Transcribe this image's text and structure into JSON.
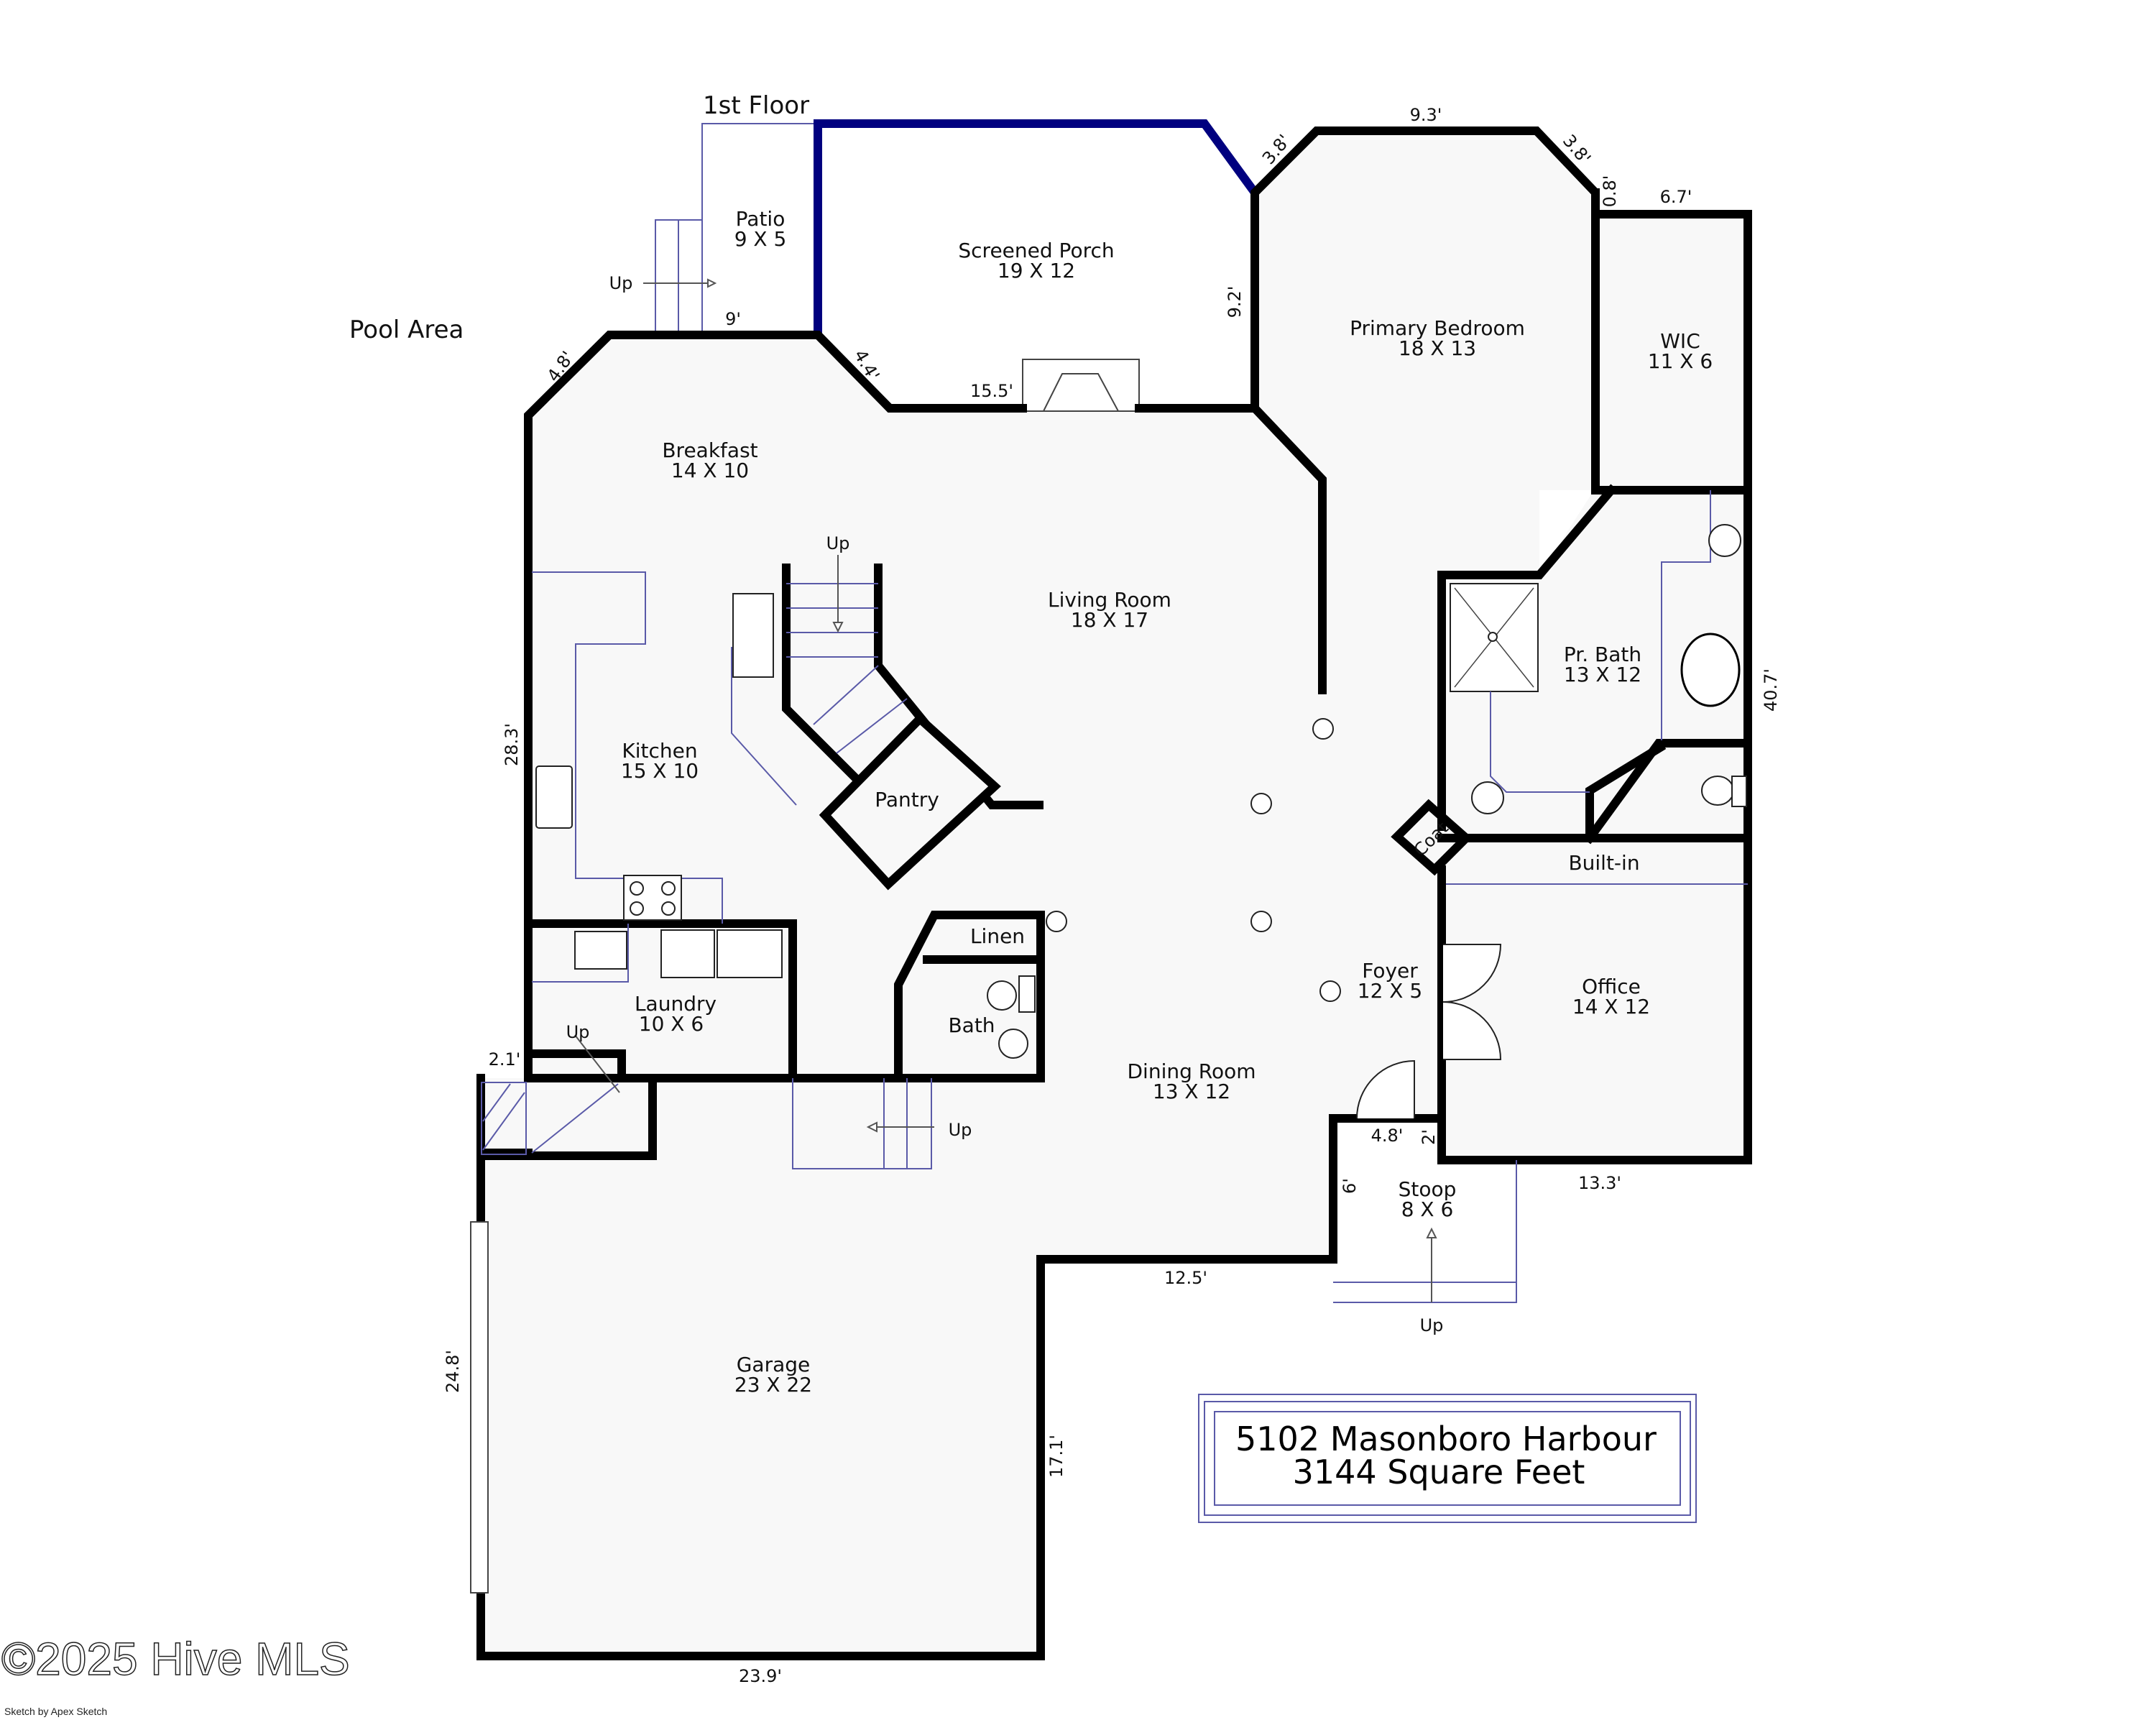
{
  "floor_label": "1st Floor",
  "outside_label": "Pool Area",
  "title_box": {
    "address": "5102 Masonboro Harbour",
    "area": "3144 Square Feet"
  },
  "rooms": {
    "patio": {
      "name": "Patio",
      "size": "9 X 5"
    },
    "screened_porch": {
      "name": "Screened Porch",
      "size": "19 X 12"
    },
    "primary_bedroom": {
      "name": "Primary Bedroom",
      "size": "18 X 13"
    },
    "wic": {
      "name": "WIC",
      "size": "11 X 6"
    },
    "breakfast": {
      "name": "Breakfast",
      "size": "14 X 10"
    },
    "living_room": {
      "name": "Living Room",
      "size": "18 X 17"
    },
    "pr_bath": {
      "name": "Pr. Bath",
      "size": "13 X 12"
    },
    "kitchen": {
      "name": "Kitchen",
      "size": "15 X 10"
    },
    "pantry": {
      "name": "Pantry"
    },
    "coat": {
      "name": "Coat"
    },
    "built_in": {
      "name": "Built-in"
    },
    "linen": {
      "name": "Linen"
    },
    "laundry": {
      "name": "Laundry",
      "size": "10 X 6"
    },
    "bath": {
      "name": "Bath"
    },
    "foyer": {
      "name": "Foyer",
      "size": "12 X 5"
    },
    "office": {
      "name": "Office",
      "size": "14 X 12"
    },
    "dining_room": {
      "name": "Dining Room",
      "size": "13 X 12"
    },
    "stoop": {
      "name": "Stoop",
      "size": "8 X 6"
    },
    "garage": {
      "name": "Garage",
      "size": "23 X 22"
    }
  },
  "stairs": {
    "patio_up": "Up",
    "main_up": "Up",
    "laundry_up": "Up",
    "garage_up": "Up",
    "stoop_up": "Up"
  },
  "dimensions": {
    "patio_bottom": "9'",
    "breakfast_diag_left": "4.8'",
    "breakfast_diag_right": "4.4'",
    "porch_bottom": "15.5'",
    "porch_right": "9.2'",
    "bed_diag_left": "3.8'",
    "bed_top": "9.3'",
    "bed_diag_right": "3.8'",
    "bed_corner": "0.8'",
    "wic_top": "6.7'",
    "right_side": "40.7'",
    "left_side": "28.3'",
    "laundry_step": "2.1'",
    "garage_left": "24.8'",
    "garage_right": "17.1'",
    "garage_bottom": "23.9'",
    "dining_bottom": "12.5'",
    "stoop_top": "4.8'",
    "stoop_small": "2'",
    "stoop_left": "6'",
    "office_bottom": "13.3'"
  },
  "watermark": "©2025 Hive MLS",
  "credit": "Sketch by Apex Sketch",
  "colors": {
    "wall": "#000000",
    "porch_wall": "#00007f",
    "fixture_line": "#5a5aa8",
    "floor": "#f8f8f8"
  }
}
